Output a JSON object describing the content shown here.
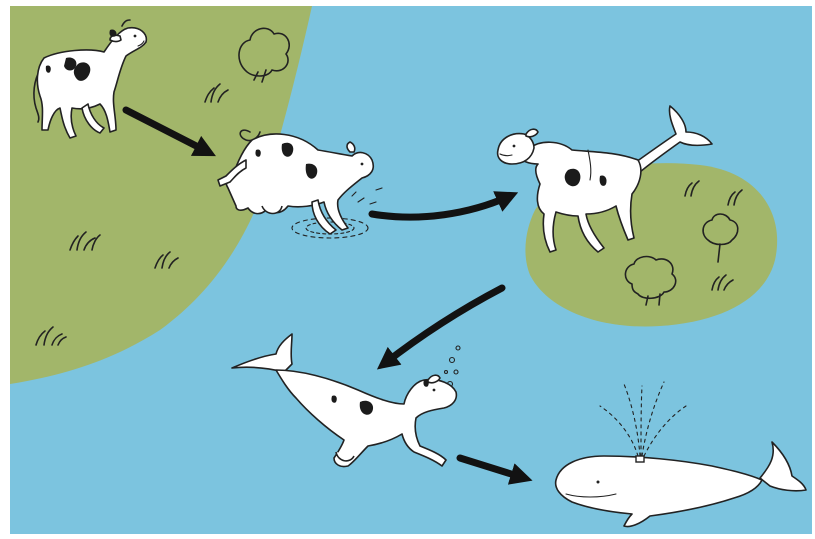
{
  "colors": {
    "water": "#7cc4df",
    "land": "#a2b66a",
    "animal": "#ffffff",
    "spots": "#1b1b1b",
    "outline": "#222222",
    "arrow": "#121212",
    "spray": "#e8f6fb",
    "frame_bg": "#ffffff"
  },
  "scene": {
    "stages": [
      {
        "id": "land-cow",
        "icon": "cow-icon"
      },
      {
        "id": "wading-cow",
        "icon": "cow-wading-icon"
      },
      {
        "id": "cow-with-tail-fin",
        "icon": "cow-whale-tail-icon"
      },
      {
        "id": "swimming-cow",
        "icon": "swimming-cow-icon"
      },
      {
        "id": "whale",
        "icon": "whale-icon"
      }
    ],
    "arrows": [
      {
        "from": "land-cow",
        "to": "wading-cow",
        "icon": "arrow-icon"
      },
      {
        "from": "wading-cow",
        "to": "cow-with-tail-fin",
        "icon": "arrow-icon"
      },
      {
        "from": "cow-with-tail-fin",
        "to": "swimming-cow",
        "icon": "arrow-icon"
      },
      {
        "from": "swimming-cow",
        "to": "whale",
        "icon": "arrow-icon"
      }
    ]
  }
}
